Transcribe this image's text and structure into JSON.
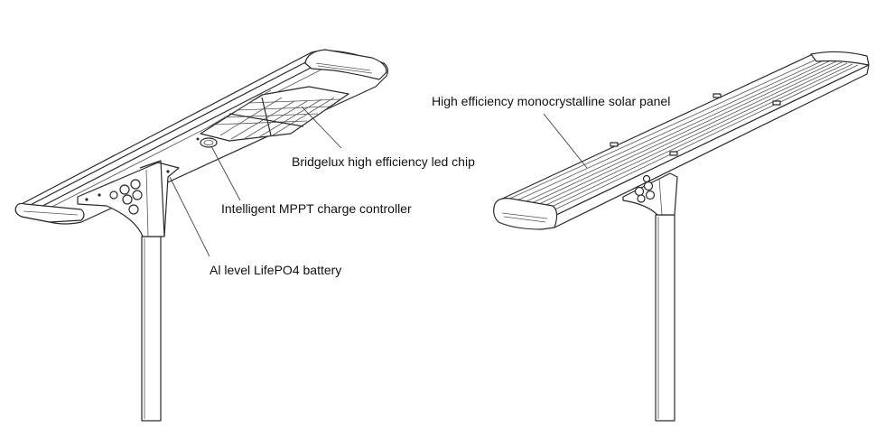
{
  "labels": {
    "solar_panel": "High efficiency monocrystalline solar panel",
    "led_chip": "Bridgelux high efficiency led chip",
    "controller": "Intelligent MPPT charge controller",
    "battery": "Al level LifePO4 battery"
  },
  "colors": {
    "line": "#2a2a2a",
    "background": "#ffffff",
    "text": "#111111"
  }
}
